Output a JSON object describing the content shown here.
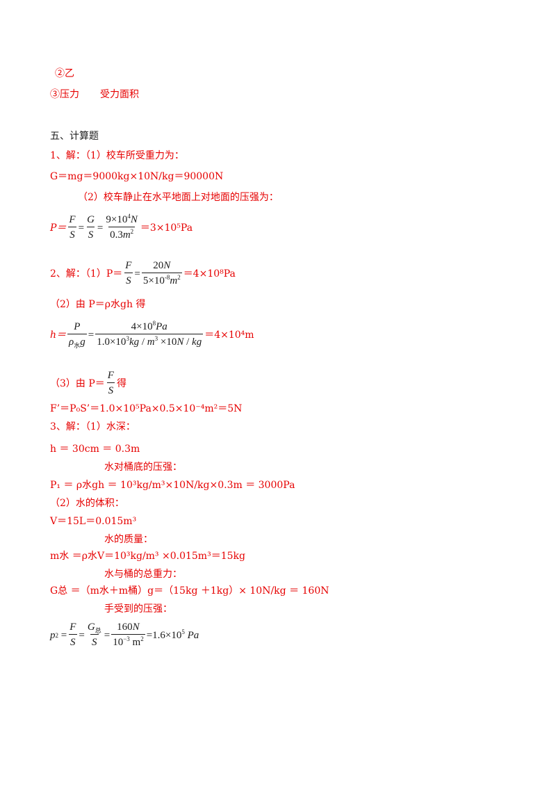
{
  "items": {
    "q2": "②乙",
    "q3_a": "③压力",
    "q3_b": "受力面积"
  },
  "section": {
    "title": "五、计算题"
  },
  "p1": {
    "intro": "1、解：（1）校车所受重力为：",
    "g_eq": "G＝mg＝9000kg×10N/kg＝90000N",
    "part2": "（2）校车静止在水平地面上对地面的压强为：",
    "p_lhs": "P＝",
    "p_result": "＝3×10⁵Pa"
  },
  "p2": {
    "intro": "2、解：（1）P＝",
    "p_result": "＝4×10⁸Pa",
    "part2": "（2）由 P＝ρ水gh 得",
    "h_lhs": "h＝",
    "h_result": "＝4×10⁴m",
    "part3_a": "（3）由 P＝",
    "part3_b": "得",
    "f_eq": "F’＝P₀S’＝1.0×10⁵Pa×0.5×10⁻⁴m²＝5N"
  },
  "p3": {
    "intro": "3、解：（1）水深：",
    "h_eq": "h ＝ 30cm ＝ 0.3m",
    "pressure_label": "水对桶底的压强：",
    "p1_eq": "P₁ ＝ ρ水gh ＝ 10³kg/m³×10N/kg×0.3m ＝ 3000Pa",
    "part2": "（2）水的体积：",
    "v_eq": "V＝15L＝0.015m³",
    "mass_label": "水的质量：",
    "m_eq": "m水 ＝ρ水V＝10³kg/m³ ×0.015m³＝15kg",
    "weight_label": "水与桶的总重力：",
    "g_eq": "G总 ＝（m水＋m桶）g＝（15kg ＋1kg）× 10N/kg ＝ 160N",
    "hand_label": "手受到的压强："
  }
}
